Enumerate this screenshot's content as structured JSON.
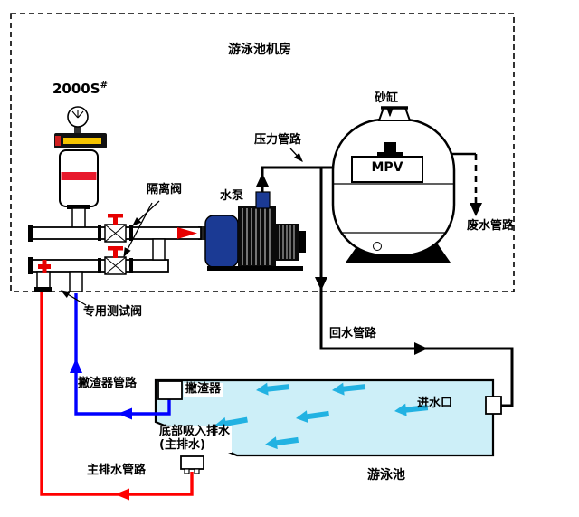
{
  "labels": {
    "room_title": "游泳池机房",
    "model_base": "2000S",
    "model_sup": "#",
    "isolation_valve": "隔离阀",
    "pump": "水泵",
    "pressure_pipe": "压力管路",
    "sand_tank": "砂缸",
    "mpv": "MPV",
    "waste_pipe": "废水管路",
    "test_valve": "专用测试阀",
    "return_pipe": "回水管路",
    "skimmer_pipe": "撇渣器管路",
    "skimmer": "撇渣器",
    "inlet": "进水口",
    "bottom_drain_1": "底部吸入排水",
    "bottom_drain_2": "(主排水)",
    "main_drain_pipe": "主排水管路",
    "pool": "游泳池"
  },
  "colors": {
    "main_drain_line": "#ff0000",
    "skimmer_line": "#0000ff",
    "pool_water": "#cdeff8",
    "flow_arrow": "#22b2e2",
    "pump_body": "#1b3a94",
    "valve_handle": "#e60000",
    "tank_band": "#e8192c",
    "controller_accent": "#f5c400"
  }
}
